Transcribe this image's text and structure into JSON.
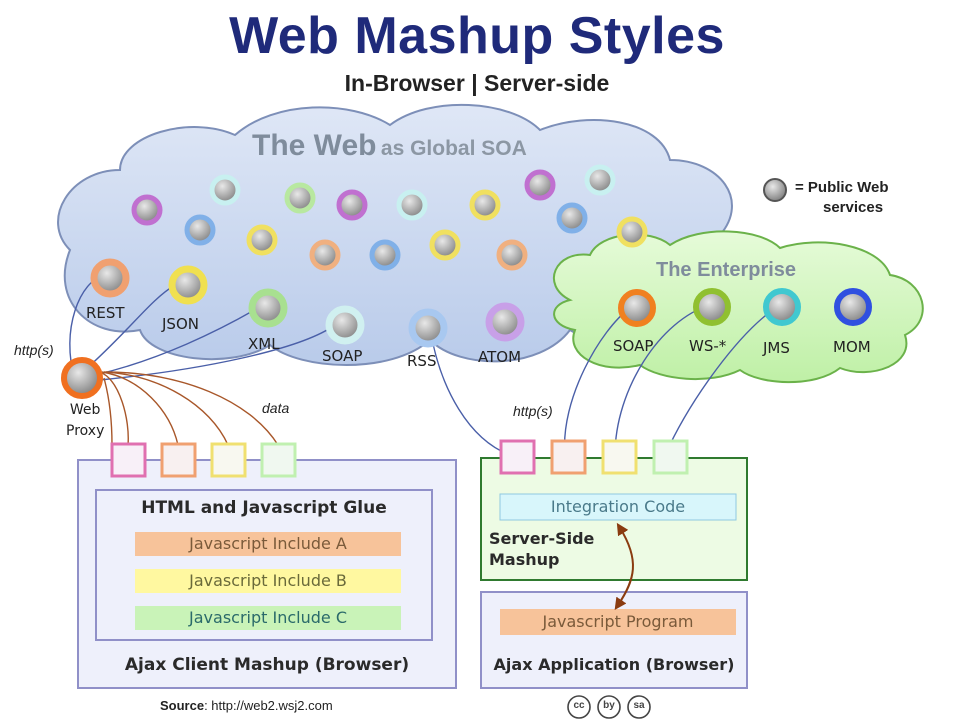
{
  "title": "Web Mashup Styles",
  "subtitle": "In-Browser | Server-side",
  "web_cloud": {
    "title_bold": "The Web",
    "title_rest": "as Global SOA",
    "services": [
      {
        "label": "REST",
        "color": "#f0a070"
      },
      {
        "label": "JSON",
        "color": "#f0e050"
      },
      {
        "label": "XML",
        "color": "#a8e090"
      },
      {
        "label": "SOAP",
        "color": "#d0f0f0"
      },
      {
        "label": "RSS",
        "color": "#a8c8f0"
      },
      {
        "label": "ATOM",
        "color": "#c8a0e8"
      }
    ]
  },
  "legend": {
    "text_line1": "= Public Web",
    "text_line2": "services"
  },
  "enterprise": {
    "title": "The Enterprise",
    "services": [
      {
        "label": "SOAP",
        "color": "#f08020"
      },
      {
        "label": "WS-*",
        "color": "#90c030"
      },
      {
        "label": "JMS",
        "color": "#40c8d0"
      },
      {
        "label": "MOM",
        "color": "#3050e0"
      }
    ]
  },
  "proxy": {
    "http_label": "http(s)",
    "label_line1": "Web",
    "label_line2": "Proxy",
    "data_label": "data"
  },
  "client_mashup": {
    "glue_title": "HTML and Javascript Glue",
    "includes": [
      "Javascript Include A",
      "Javascript Include B",
      "Javascript Include C"
    ],
    "caption": "Ajax Client Mashup (Browser)"
  },
  "server_mashup": {
    "http_label": "http(s)",
    "integration": "Integration Code",
    "label_line1": "Server-Side",
    "label_line2": "Mashup",
    "program": "Javascript Program",
    "caption": "Ajax Application (Browser)"
  },
  "footer": {
    "source_bold": "Source",
    "source_rest": ": http://web2.wsj2.com",
    "license_icons": [
      "cc",
      "by",
      "sa"
    ]
  }
}
